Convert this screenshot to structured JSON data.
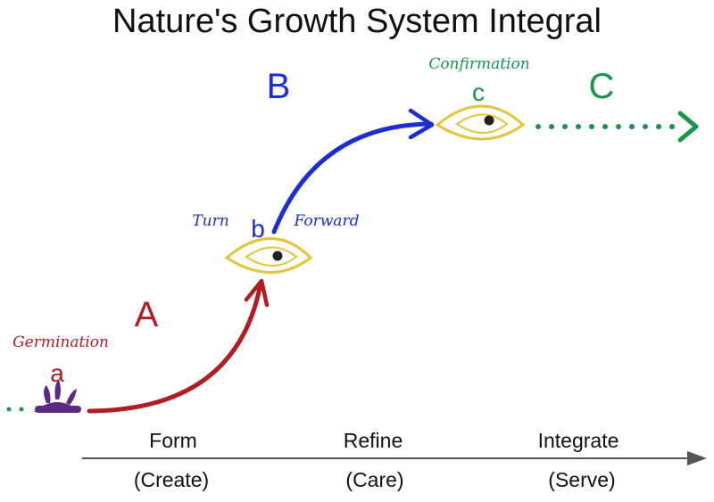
{
  "title": "Nature's  Growth  System  Integral",
  "stages": {
    "a": {
      "letter": "a",
      "label": "Germination"
    },
    "b": {
      "letter": "b",
      "label_left": "Turn",
      "label_right": "Forward"
    },
    "c": {
      "letter": "c",
      "label": "Confirmation"
    }
  },
  "phases": {
    "A": "A",
    "B": "B",
    "C": "C"
  },
  "axis": {
    "labels": [
      {
        "top": "Form",
        "bottom": "(Create)"
      },
      {
        "top": "Refine",
        "bottom": "(Care)"
      },
      {
        "top": "Integrate",
        "bottom": "(Serve)"
      }
    ]
  },
  "colors": {
    "phase_a": "#b01e23",
    "phase_b": "#1b2fd0",
    "phase_c": "#17964a",
    "eye": "#e1c53a",
    "sprout": "#5a2a86",
    "axis": "#555555",
    "text": "#111111"
  }
}
